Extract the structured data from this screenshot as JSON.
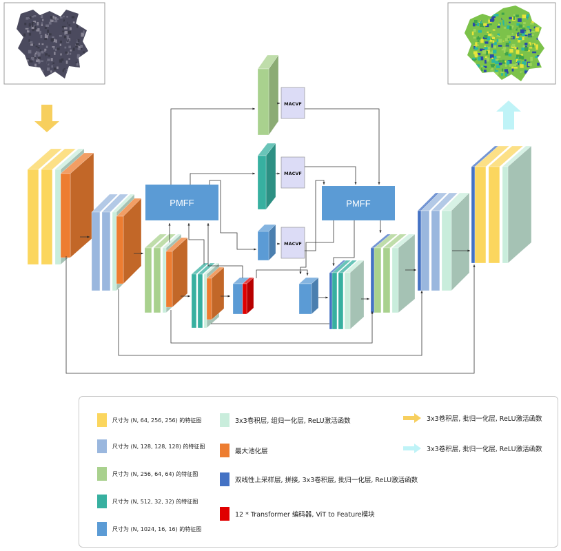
{
  "images": {
    "input": {
      "name": "input-image",
      "colors": [
        "#4b4a5e",
        "#6e6d80",
        "#8a8797",
        "#3a3a48"
      ]
    },
    "output": {
      "name": "output-segmentation-image",
      "colors": [
        "#7cc24a",
        "#3fa34a",
        "#e7e43b",
        "#2a4aa8",
        "#2bb8a0",
        "#9bd45a"
      ]
    }
  },
  "modules": {
    "pmff_left": "PMFF",
    "pmff_right": "PMFF",
    "macvf_top": "MACVF",
    "macvf_mid": "MACVF",
    "macvf_low": "MACVF"
  },
  "colors": {
    "yellow": "#fbd65e",
    "light_blue": "#9ab7de",
    "light_green": "#a9d18e",
    "teal": "#37b0a0",
    "blue": "#5b9bd5",
    "mint": "#c9eddc",
    "orange": "#ed7d31",
    "dark_blue": "#4472c4",
    "red": "#e00000",
    "pmff": "#5b9bd5",
    "macvf": "#dcdcf6",
    "gold_arrow": "#f7cf5e",
    "cyan_arrow": "#bff3f7"
  },
  "legend": {
    "items": [
      {
        "name": "legend-item-yellow",
        "color": "#fbd65e",
        "label": "尺寸为 (N, 64, 256, 256) 的特征图",
        "small": true
      },
      {
        "name": "legend-item-light-blue",
        "color": "#9ab7de",
        "label": "尺寸为 (N, 128, 128, 128) 的特征图",
        "small": true
      },
      {
        "name": "legend-item-light-green",
        "color": "#a9d18e",
        "label": "尺寸为 (N, 256, 64, 64) 的特征图",
        "small": true
      },
      {
        "name": "legend-item-teal",
        "color": "#37b0a0",
        "label": "尺寸为 (N, 512, 32, 32) 的特征图",
        "small": true
      },
      {
        "name": "legend-item-blue",
        "color": "#5b9bd5",
        "label": "尺寸为 (N, 1024, 16, 16) 的特征图",
        "small": true
      },
      {
        "name": "legend-item-mint",
        "color": "#c9eddc",
        "label": "3x3卷积层, 组归一化层, ReLU激活函数",
        "small": false
      },
      {
        "name": "legend-item-orange",
        "color": "#ed7d31",
        "label": "最大池化层",
        "small": false
      },
      {
        "name": "legend-item-dark-blue",
        "color": "#4472c4",
        "label": "双线性上采样层, 拼接, 3x3卷积层, 批归一化层, ReLU激活函数",
        "small": false
      },
      {
        "name": "legend-item-red",
        "color": "#e00000",
        "label": "12 * Transformer 编码器, ViT to Feature模块",
        "small": false
      },
      {
        "name": "legend-item-gold-arrow",
        "color": "#f7cf5e",
        "label": "3x3卷积层, 批归一化层, ReLU激活函数",
        "small": false
      },
      {
        "name": "legend-item-cyan-arrow",
        "color": "#bff3f7",
        "label": "3x3卷积层, 批归一化层, ReLU激活函数",
        "small": false
      }
    ]
  }
}
